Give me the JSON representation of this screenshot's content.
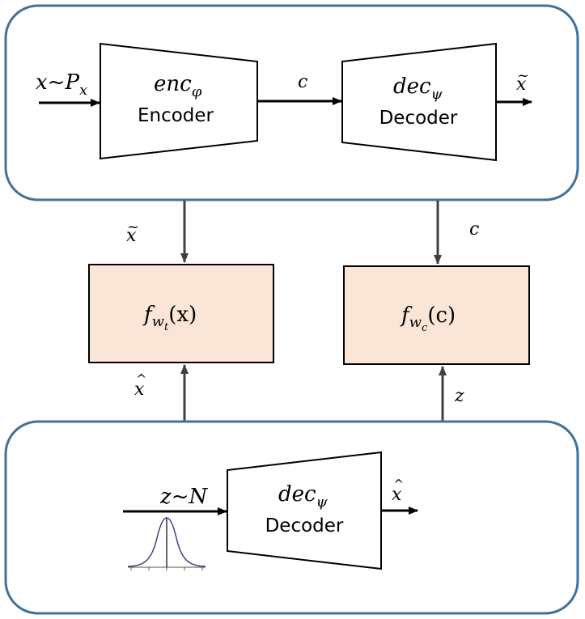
{
  "colors": {
    "panel_border": "#41719c",
    "arrow": "#404040",
    "discriminator_fill": "#fbe5d6",
    "gaussian_curve": "#3f3d7a"
  },
  "top_panel": {
    "input": {
      "var": "x",
      "sim": "~",
      "dist": "P",
      "dist_sub": "x"
    },
    "encoder": {
      "func": "enc",
      "sub": "φ",
      "label": "Encoder"
    },
    "code_label": "c",
    "decoder": {
      "func": "dec",
      "sub": "ψ",
      "label": "Decoder"
    },
    "output": {
      "var": "x",
      "accent": "~"
    }
  },
  "middle": {
    "left_in_top": {
      "var": "x",
      "accent": "~"
    },
    "right_in_top": "c",
    "disc_t": {
      "f": "f",
      "w": "w",
      "w_sub": "t",
      "arg": "(x)"
    },
    "disc_c": {
      "f": "f",
      "w": "w",
      "w_sub": "c",
      "arg": "(c)"
    },
    "left_in_bottom": {
      "var": "x",
      "accent": "^"
    },
    "right_in_bottom": "z"
  },
  "bottom_panel": {
    "input": {
      "var": "z",
      "sim": "~",
      "dist": "N"
    },
    "decoder": {
      "func": "dec",
      "sub": "ψ",
      "label": "Decoder"
    },
    "output": {
      "var": "x",
      "accent": "^"
    },
    "gaussian_icon": "gaussian-distribution-icon"
  }
}
